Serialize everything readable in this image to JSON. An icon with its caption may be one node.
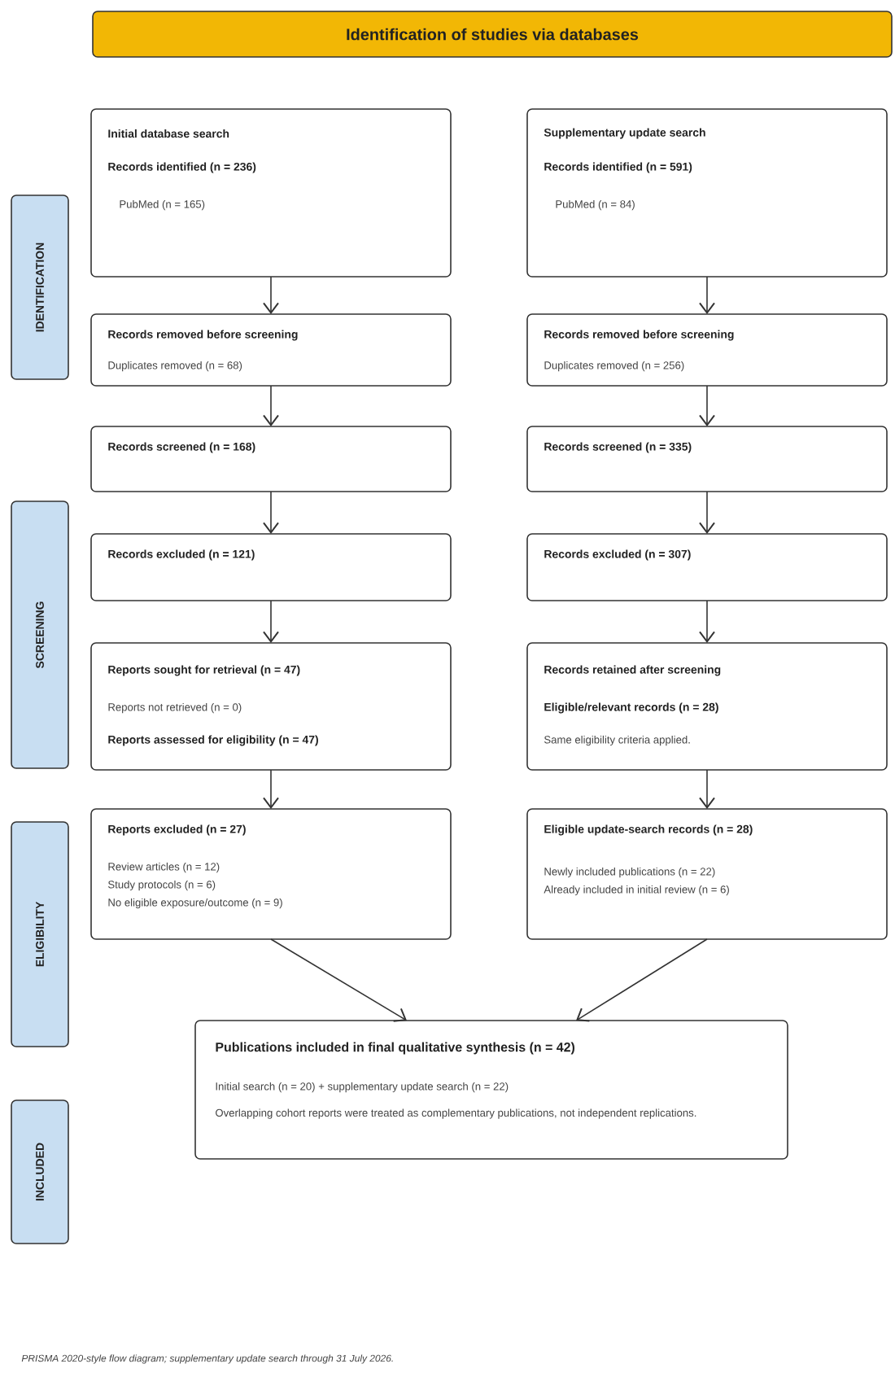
{
  "diagram": {
    "caption": "PRISMA 2020-style flow diagram; supplementary update search through 31 July 2026.",
    "nodes": [
      {
        "text": [
          "Identification of studies via databases"
        ]
      },
      {
        "text": [
          "Initial database search",
          "Records identified (n = 236)",
          "PubMed (n = 165)"
        ]
      },
      {
        "text": [
          "Supplementary update search",
          "Records identified (n = 591)",
          "PubMed (n = 84)"
        ]
      },
      {
        "text": [
          "Records removed before screening",
          "Duplicates removed (n = 68)"
        ]
      },
      {
        "text": [
          "Records removed before screening",
          "Duplicates removed (n = 256)"
        ]
      },
      {
        "text": [
          "Records screened (n = 168)"
        ]
      },
      {
        "text": [
          "Records screened (n = 335)"
        ]
      },
      {
        "text": [
          "Records excluded (n = 121)"
        ]
      },
      {
        "text": [
          "Records excluded (n = 307)"
        ]
      },
      {
        "text": [
          "Reports sought for retrieval (n = 47)",
          "Reports not retrieved (n = 0)",
          "Reports assessed for eligibility (n = 47)"
        ]
      },
      {
        "text": [
          "Records retained after screening",
          "Eligible/relevant records (n = 28)",
          "Same eligibility criteria applied."
        ]
      },
      {
        "text": [
          "Reports excluded (n = 27)",
          "Review articles (n = 12)",
          "Study protocols (n = 6)",
          "No eligible exposure/outcome (n = 9)"
        ]
      },
      {
        "text": [
          "Eligible update-search records (n = 28)",
          "Newly included publications (n = 22)",
          "Already included in initial review (n = 6)"
        ]
      },
      {
        "text": [
          "Publications included in final qualitative synthesis (n = 42)",
          "Initial search (n = 20) + supplementary update search (n = 22)",
          "Overlapping cohort reports were treated as complementary publications, not independent replications."
        ]
      },
      {
        "text": [
          "IDENTIFICATION"
        ]
      },
      {
        "text": [
          "SCREENING"
        ]
      },
      {
        "text": [
          "ELIGIBILITY"
        ]
      },
      {
        "text": [
          "INCLUDED"
        ]
      }
    ],
    "edges": [
      {
        "from": 1,
        "to": 3,
        "arrow": "to"
      },
      {
        "from": 2,
        "to": 4,
        "arrow": "to"
      },
      {
        "from": 3,
        "to": 5,
        "arrow": "to"
      },
      {
        "from": 4,
        "to": 6,
        "arrow": "to"
      },
      {
        "from": 5,
        "to": 7,
        "arrow": "to"
      },
      {
        "from": 6,
        "to": 8,
        "arrow": "to"
      },
      {
        "from": 7,
        "to": 9,
        "arrow": "to"
      },
      {
        "from": 8,
        "to": 10,
        "arrow": "to"
      },
      {
        "from": 9,
        "to": 11,
        "arrow": "to"
      },
      {
        "from": 10,
        "to": 12,
        "arrow": "to"
      },
      {
        "from": 11,
        "to": 13,
        "arrow": "to"
      },
      {
        "from": 12,
        "to": 13,
        "arrow": "to"
      }
    ]
  }
}
